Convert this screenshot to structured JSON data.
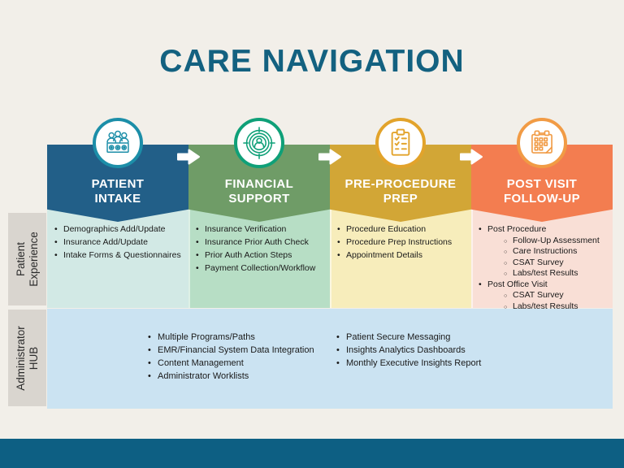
{
  "title": "CARE NAVIGATION",
  "colors": {
    "page_bg": "#f2efe9",
    "title": "#136180",
    "footer": "#0d5f83",
    "side_label_bg": "#d9d5cf",
    "admin_bg": "#cbe3f2",
    "arrow": "#ffffff",
    "text": "#1a1a1a"
  },
  "rows": {
    "patient_experience": {
      "label_lines": [
        "Patient",
        "Experience"
      ]
    },
    "administrator_hub": {
      "label_lines": [
        "Administrator",
        "HUB"
      ]
    }
  },
  "columns": [
    {
      "id": "patient-intake",
      "title_lines": [
        "PATIENT",
        "INTAKE"
      ],
      "icon": "team-gears-icon",
      "colors": {
        "header": "#225f88",
        "icon": "#1c8ea8",
        "content_bg": "#d2e9e5"
      },
      "items": [
        "Demographics Add/Update",
        "Insurance Add/Update",
        "Intake Forms & Questionnaires"
      ]
    },
    {
      "id": "financial-support",
      "title_lines": [
        "FINANCIAL",
        "SUPPORT"
      ],
      "icon": "target-person-icon",
      "colors": {
        "header": "#6f9c67",
        "icon": "#0fa078",
        "content_bg": "#b7dec5"
      },
      "items": [
        "Insurance Verification",
        "Insurance Prior Auth Check",
        "Prior Auth Action Steps",
        "Payment Collection/Workflow"
      ]
    },
    {
      "id": "pre-procedure-prep",
      "title_lines": [
        "PRE-PROCEDURE",
        "PREP"
      ],
      "icon": "clipboard-checklist-icon",
      "colors": {
        "header": "#d2a636",
        "icon": "#e2a32b",
        "content_bg": "#f7edbb"
      },
      "items": [
        "Procedure Education",
        "Procedure Prep Instructions",
        "Appointment Details"
      ]
    },
    {
      "id": "post-visit-follow-up",
      "title_lines": [
        "POST VISIT",
        "FOLLOW-UP"
      ],
      "icon": "calendar-icon",
      "colors": {
        "header": "#f37d50",
        "icon": "#f19b45",
        "content_bg": "#f9dfd6"
      },
      "items": [
        {
          "text": "Post Procedure",
          "sub": [
            "Follow-Up Assessment",
            "Care Instructions",
            "CSAT Survey",
            "Labs/test Results"
          ]
        },
        {
          "text": "Post Office Visit",
          "sub": [
            "CSAT Survey",
            "Labs/test Results"
          ]
        }
      ]
    }
  ],
  "admin_hub": {
    "left_items": [
      "Multiple Programs/Paths",
      "EMR/Financial System Data Integration",
      "Content Management",
      "Administrator Worklists"
    ],
    "right_items": [
      "Patient Secure Messaging",
      "Insights Analytics Dashboards",
      "Monthly Executive Insights Report"
    ]
  }
}
